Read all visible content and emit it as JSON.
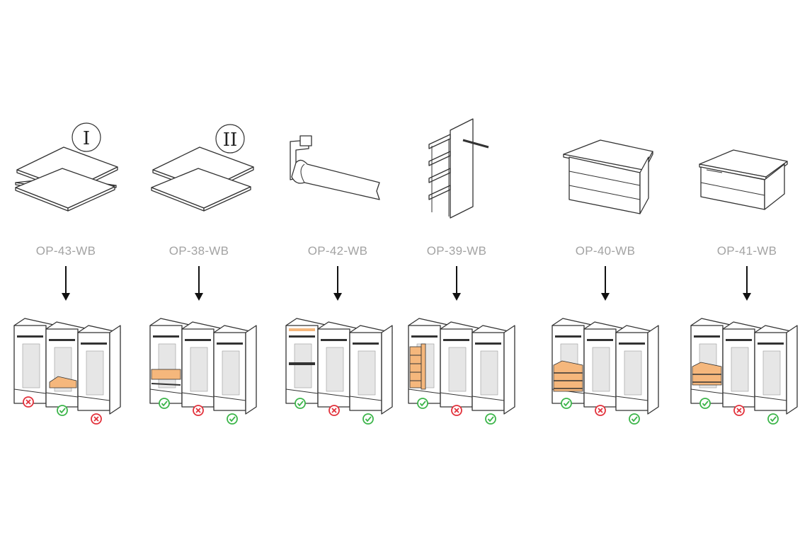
{
  "colors": {
    "highlight": "#f5b77c",
    "ok": "#3cb54a",
    "not_ok": "#e2313b",
    "label": "#a3a3a3",
    "line": "#333333"
  },
  "items": [
    {
      "code": "OP-43-WB",
      "numeral": "I",
      "product": "shelves",
      "highlight": "middle-shelf",
      "marks": [
        "cross-icon",
        "check-icon",
        "cross-icon"
      ]
    },
    {
      "code": "OP-38-WB",
      "numeral": "II",
      "product": "shelves",
      "highlight": "left-shelf",
      "marks": [
        "check-icon",
        "cross-icon",
        "check-icon"
      ]
    },
    {
      "code": "OP-42-WB",
      "product": "rail",
      "highlight": "left-rail",
      "marks": [
        "check-icon",
        "cross-icon",
        "check-icon"
      ]
    },
    {
      "code": "OP-39-WB",
      "product": "shelf-unit",
      "highlight": "left-shelf-unit",
      "marks": [
        "check-icon",
        "cross-icon",
        "check-icon"
      ]
    },
    {
      "code": "OP-40-WB",
      "product": "drawer-unit-3",
      "highlight": "left-drawers-3",
      "marks": [
        "check-icon",
        "cross-icon",
        "check-icon"
      ]
    },
    {
      "code": "OP-41-WB",
      "product": "drawer-unit-2",
      "highlight": "left-drawers-2",
      "marks": [
        "check-icon",
        "cross-icon",
        "check-icon"
      ]
    }
  ]
}
